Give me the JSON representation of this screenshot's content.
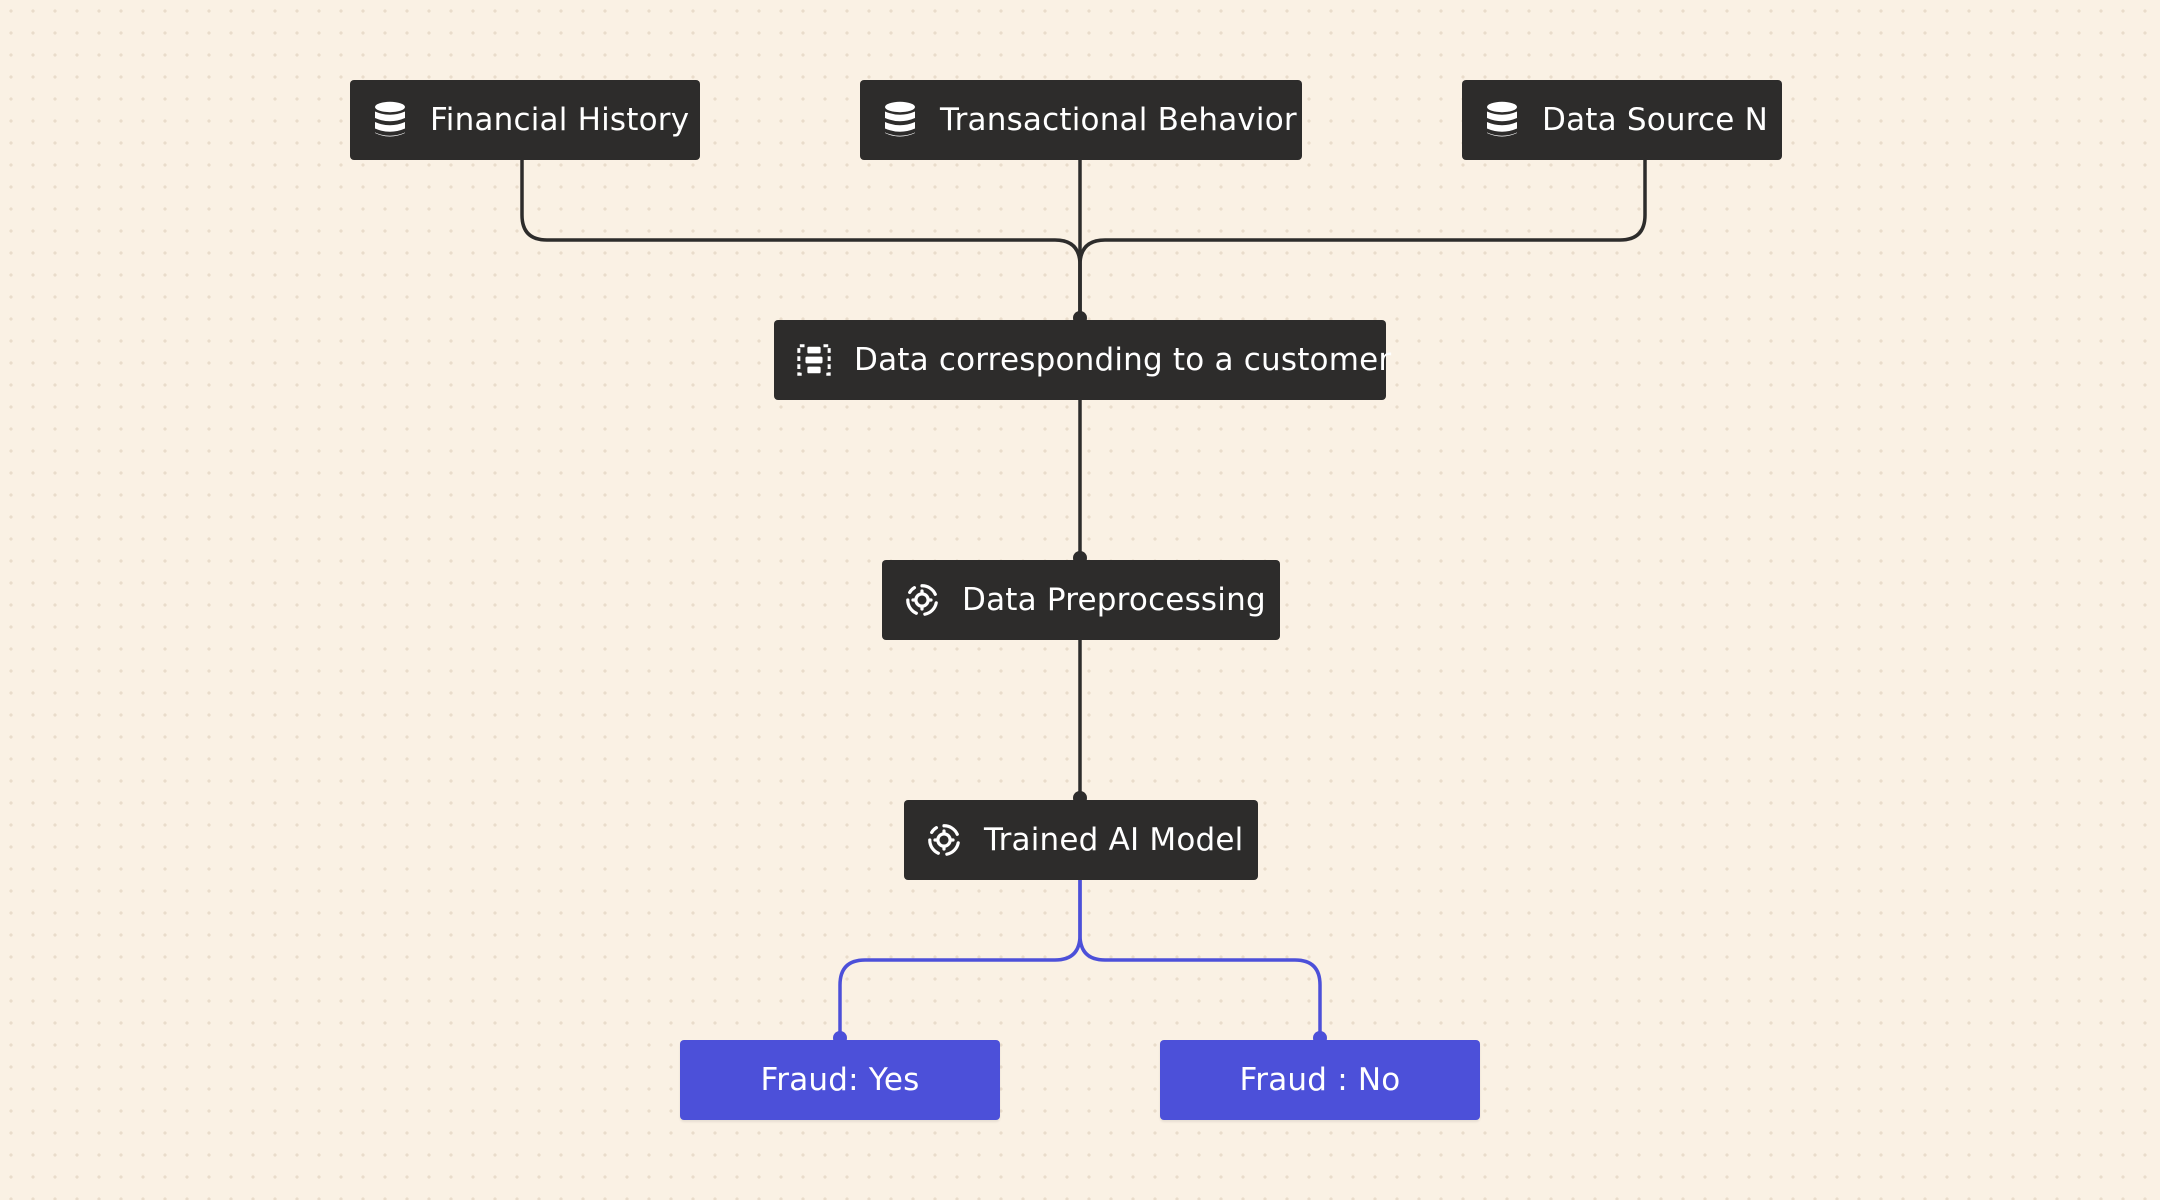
{
  "diagram": {
    "nodes": {
      "financial_history": {
        "label": "Financial History",
        "icon": "database-icon"
      },
      "transactional_behavior": {
        "label": "Transactional Behavior",
        "icon": "database-icon"
      },
      "data_source_n": {
        "label": "Data Source N",
        "icon": "database-icon"
      },
      "customer_data": {
        "label": "Data corresponding to a customer",
        "icon": "data-merge-icon"
      },
      "data_preprocessing": {
        "label": "Data Preprocessing",
        "icon": "gear-cycle-icon"
      },
      "trained_model": {
        "label": "Trained AI Model",
        "icon": "gear-cycle-icon"
      },
      "fraud_yes": {
        "label": "Fraud: Yes"
      },
      "fraud_no": {
        "label": "Fraud : No"
      }
    },
    "edges": [
      {
        "from": "financial_history",
        "to": "customer_data"
      },
      {
        "from": "transactional_behavior",
        "to": "customer_data"
      },
      {
        "from": "data_source_n",
        "to": "customer_data"
      },
      {
        "from": "customer_data",
        "to": "data_preprocessing"
      },
      {
        "from": "data_preprocessing",
        "to": "trained_model"
      },
      {
        "from": "trained_model",
        "to": "fraud_yes"
      },
      {
        "from": "trained_model",
        "to": "fraud_no"
      }
    ],
    "colors": {
      "background": "#faf1e4",
      "node_dark": "#2d2c2b",
      "node_output": "#4c50d9",
      "edge_dark": "#2d2c2b",
      "edge_output": "#4c50d9",
      "text": "#ffffff"
    }
  }
}
